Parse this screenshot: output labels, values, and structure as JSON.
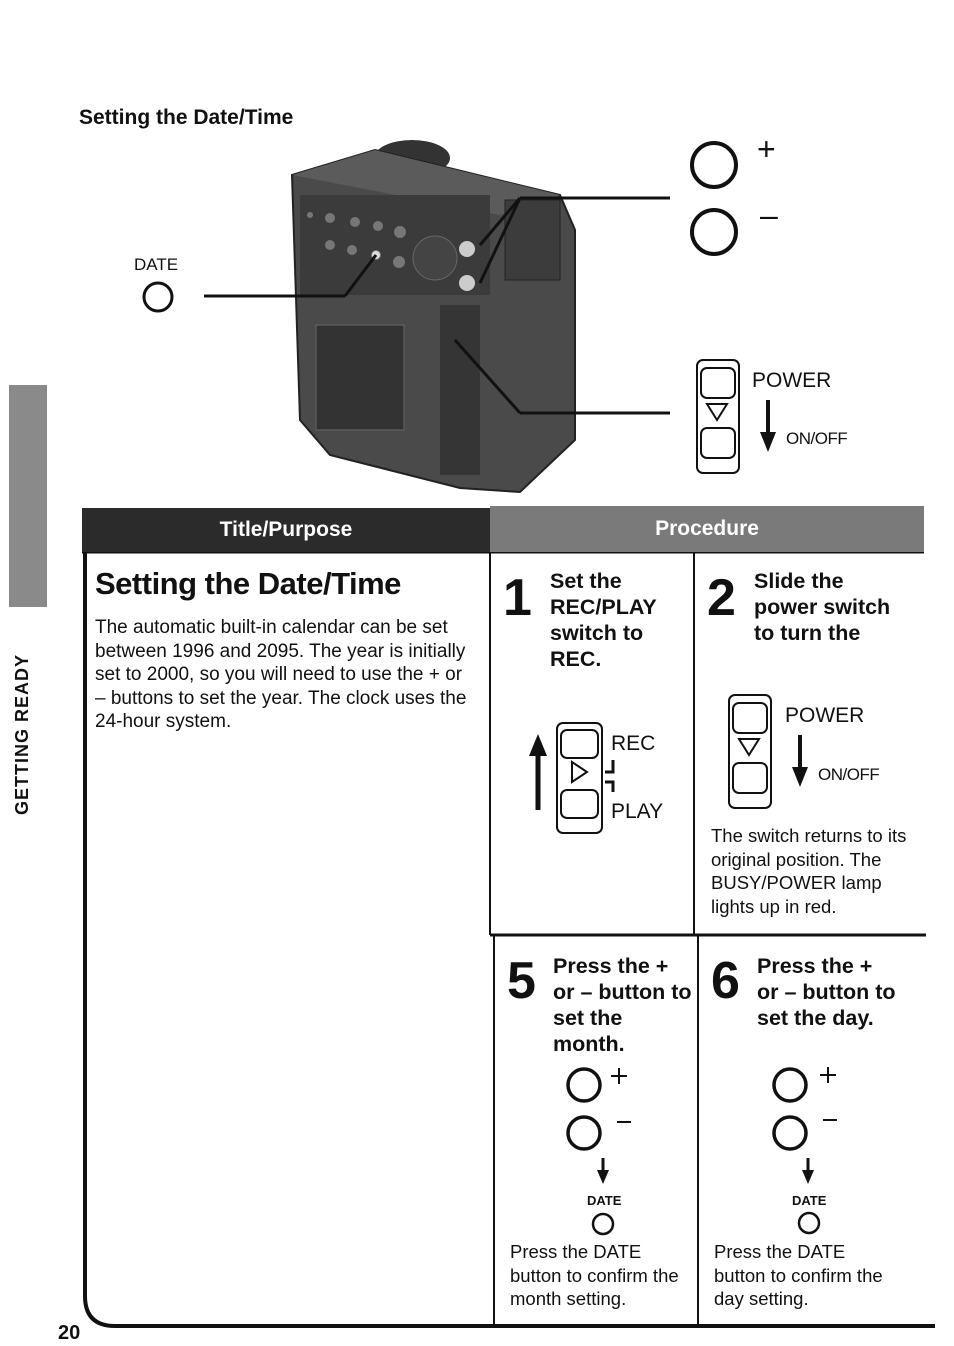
{
  "side_tab": {
    "label": "GETTING READY"
  },
  "top": {
    "heading": "Setting the Date/Time",
    "date_label": "DATE",
    "plus_sign": "+",
    "minus_sign": "–",
    "power_label": "POWER",
    "onoff_label": "ON/OFF"
  },
  "table": {
    "header_left": "Title/Purpose",
    "header_right": "Procedure",
    "title": "Setting the Date/Time",
    "description": "The automatic built-in calendar can be set between 1996 and 2095. The year is initially set to 2000, so you will need to use the + or – buttons to set the year. The clock uses the 24-hour system."
  },
  "steps": [
    {
      "number": "1",
      "title": "Set the REC/PLAY switch to REC.",
      "rec_label": "REC",
      "play_label": "PLAY"
    },
    {
      "number": "2",
      "title": "Slide the power switch to turn the",
      "power_label": "POWER",
      "onoff_label": "ON/OFF",
      "note": "The switch returns to its original position. The BUSY/POWER lamp lights up in red."
    },
    {
      "number": "5",
      "title": "Press the + or – button to set the month.",
      "date_label": "DATE",
      "note": "Press the DATE button to confirm the month setting."
    },
    {
      "number": "6",
      "title": "Press the + or – button to set the day.",
      "date_label": "DATE",
      "note": "Press the DATE button to confirm the day setting."
    }
  ],
  "page_number": "20"
}
